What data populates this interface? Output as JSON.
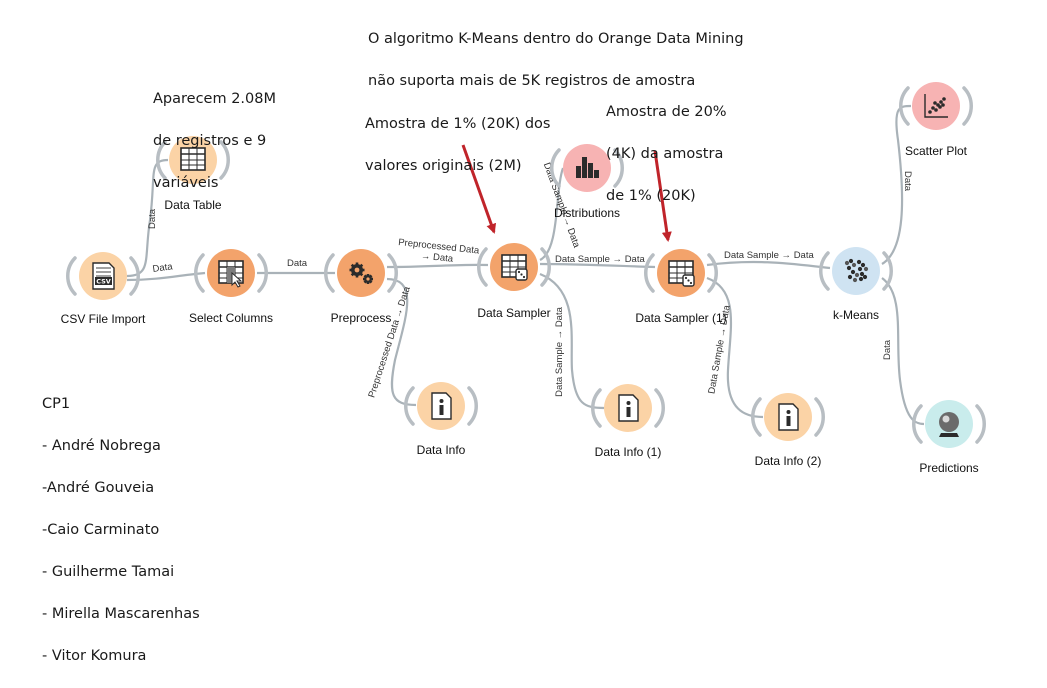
{
  "notes": {
    "header_lines": [
      "O algoritmo K-Means dentro do Orange Data Mining",
      "não suporta mais de 5K registros de amostra"
    ],
    "data_table_note_lines": [
      "Aparecem 2.08M",
      "de registros e 9",
      "variáveis"
    ],
    "sample1_note_lines": [
      "Amostra de 1% (20K) dos",
      "valores originais (2M)"
    ],
    "sample2_note_lines": [
      "Amostra de 20%",
      "(4K) da amostra",
      "de 1% (20K)"
    ],
    "team_lines": [
      "CP1",
      "- André Nobrega",
      "-André Gouveia",
      "-Caio Carminato",
      "- Guilherme Tamai",
      "- Mirella Mascarenhas",
      "- Vitor Komura"
    ]
  },
  "widgets": {
    "csv_file_import": {
      "label": "CSV File Import",
      "icon": "csv-file-icon",
      "color": "#fbd3a6"
    },
    "data_table": {
      "label": "Data Table",
      "icon": "table-icon",
      "color": "#fbd3a6"
    },
    "select_columns": {
      "label": "Select Columns",
      "icon": "select-columns-icon",
      "color": "#f3a36b"
    },
    "preprocess": {
      "label": "Preprocess",
      "icon": "gears-icon",
      "color": "#f3a36b"
    },
    "data_sampler": {
      "label": "Data Sampler",
      "icon": "sampler-dice-icon",
      "color": "#f3a36b"
    },
    "distributions": {
      "label": "Distributions",
      "icon": "bar-chart-icon",
      "color": "#f7b3b3"
    },
    "data_info": {
      "label": "Data Info",
      "icon": "info-icon",
      "color": "#fbd3a6"
    },
    "data_info_1": {
      "label": "Data Info (1)",
      "icon": "info-icon",
      "color": "#fbd3a6"
    },
    "data_sampler_1": {
      "label": "Data Sampler (1)",
      "icon": "sampler-dice-icon",
      "color": "#f3a36b"
    },
    "data_info_2": {
      "label": "Data Info (2)",
      "icon": "info-icon",
      "color": "#fbd3a6"
    },
    "kmeans": {
      "label": "k-Means",
      "icon": "kmeans-scatter-icon",
      "color": "#cfe3f2"
    },
    "scatter_plot": {
      "label": "Scatter Plot",
      "icon": "scatter-plot-icon",
      "color": "#f7b3b3"
    },
    "predictions": {
      "label": "Predictions",
      "icon": "crystal-ball-icon",
      "color": "#c9ecec"
    }
  },
  "links": [
    {
      "from": "csv_file_import",
      "to": "data_table",
      "label": "Data"
    },
    {
      "from": "csv_file_import",
      "to": "select_columns",
      "label": "Data"
    },
    {
      "from": "select_columns",
      "to": "preprocess",
      "label": "Data"
    },
    {
      "from": "preprocess",
      "to": "data_sampler",
      "label": "Preprocessed Data\n→ Data"
    },
    {
      "from": "preprocess",
      "to": "data_info",
      "label": "Preprocessed Data → Data"
    },
    {
      "from": "data_sampler",
      "to": "distributions",
      "label": "Data Sample → Data"
    },
    {
      "from": "data_sampler",
      "to": "data_sampler_1",
      "label": "Data Sample → Data"
    },
    {
      "from": "data_sampler",
      "to": "data_info_1",
      "label": "Data Sample → Data"
    },
    {
      "from": "data_sampler_1",
      "to": "kmeans",
      "label": "Data Sample → Data"
    },
    {
      "from": "data_sampler_1",
      "to": "data_info_2",
      "label": "Data Sample → Data"
    },
    {
      "from": "kmeans",
      "to": "scatter_plot",
      "label": "Data"
    },
    {
      "from": "kmeans",
      "to": "predictions",
      "label": "Data"
    }
  ],
  "colors": {
    "link": "#a9b2b8",
    "arrow": "#c0242a",
    "bracket": "#b8bec3"
  }
}
